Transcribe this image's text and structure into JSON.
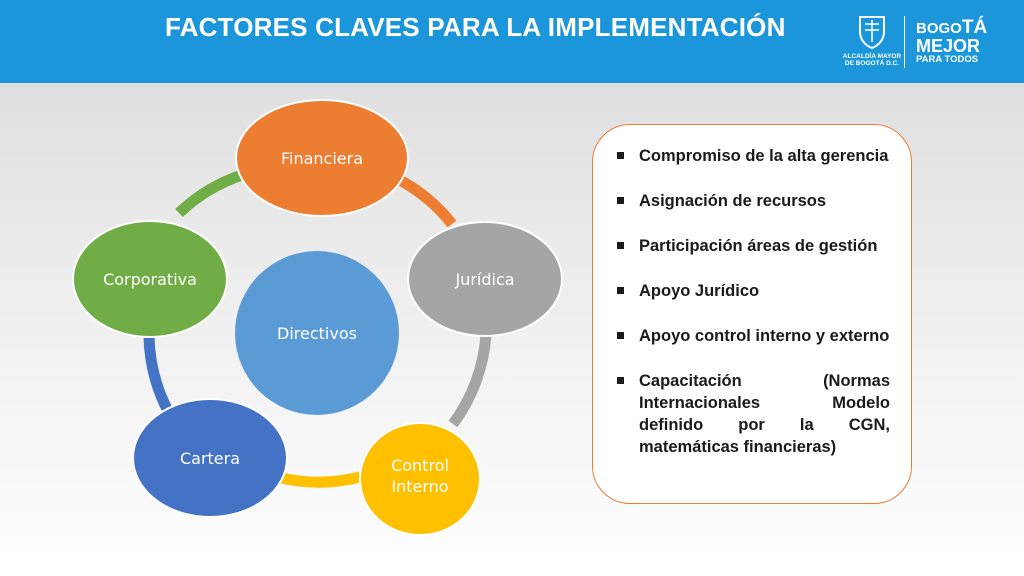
{
  "header": {
    "title": "FACTORES CLAVES PARA LA IMPLEMENTACIÓN",
    "logo_left_line1": "ALCALDÍA MAYOR",
    "logo_left_line2": "DE BOGOTÁ D.C.",
    "logo_right_line1a": "BOGO",
    "logo_right_line1b": "TÁ",
    "logo_right_line2": "MEJOR",
    "logo_right_line3": "PARA TODOS"
  },
  "diagram": {
    "center": "Directivos",
    "nodes": {
      "financiera": "Financiera",
      "juridica": "Jurídica",
      "control_line1": "Control",
      "control_line2": "Interno",
      "cartera": "Cartera",
      "corporativa": "Corporativa"
    },
    "colors": {
      "center": "#5b9bd5",
      "financiera": "#ed7d31",
      "juridica": "#a5a5a5",
      "control": "#ffc000",
      "cartera": "#4472c4",
      "corporativa": "#70ad47"
    }
  },
  "panel": {
    "items": [
      "Compromiso de la alta gerencia",
      "Asignación de recursos",
      "Participación áreas de gestión",
      "Apoyo Jurídico",
      "Apoyo control interno y externo",
      "Capacitación (Normas Internacionales Modelo definido por la CGN, matemáticas financieras)"
    ]
  }
}
